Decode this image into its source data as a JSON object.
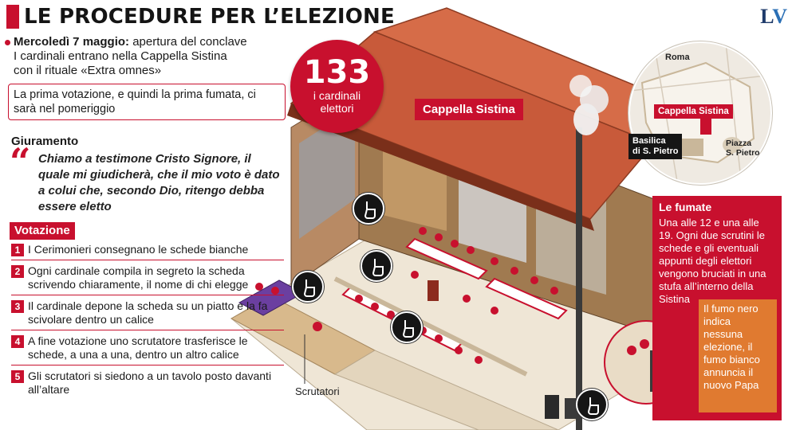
{
  "header": {
    "title": "LE PROCEDURE PER L’ELEZIONE",
    "logo": "LV"
  },
  "intro": {
    "date_label": "Mercoledì 7 maggio:",
    "line1_rest": "apertura del conclave",
    "line2": "I cardinali entrano nella Cappella Sistina",
    "line3": "con il rituale «Extra omnes»"
  },
  "note": {
    "text": "La prima votazione, e quindi la prima fumata, ci sarà nel pomeriggio"
  },
  "oath": {
    "heading": "Giuramento",
    "quote_mark": "“",
    "text": "Chiamo a testimone Cristo Signore, il quale mi giudicherà, che il mio voto è dato a colui che, secondo Dio, ritengo debba essere eletto"
  },
  "voting": {
    "heading": "Votazione",
    "steps": [
      {
        "num": "1",
        "text": "I Cerimonieri consegnano le schede bianche"
      },
      {
        "num": "2",
        "text": "Ogni cardinale compila in segreto la scheda scrivendo chiaramente, il nome di chi elegge"
      },
      {
        "num": "3",
        "text": "Il cardinale depone la scheda su un piatto e la fa scivolare dentro un calice"
      },
      {
        "num": "4",
        "text": "A fine votazione uno scrutatore trasferisce le schede, a una a una, dentro un altro calice"
      },
      {
        "num": "5",
        "text": "Gli scrutatori si siedono a un tavolo posto davanti all’altare"
      }
    ]
  },
  "electors": {
    "number": "133",
    "label_line1": "i cardinali",
    "label_line2": "elettori"
  },
  "chapel_label": "Cappella Sistina",
  "map": {
    "roma": "Roma",
    "sistina": "Cappella Sistina",
    "basilica_line1": "Basilica",
    "basilica_line2": "di S. Pietro",
    "piazza_line1": "Piazza",
    "piazza_line2": "S. Pietro"
  },
  "fumate": {
    "heading": "Le fumate",
    "text": "Una alle 12 e una alle 19. Ogni due scrutini le schede e gli eventuali appunti degli elettori vengono bruciati in una stufa all’interno della Sistina",
    "inner_text": "Il fumo nero indica nessuna elezione, il fumo bianco annuncia il nuovo Papa"
  },
  "scrutatori_label": "Scrutatori",
  "colors": {
    "accent": "#c8102e",
    "orange": "#e07a30",
    "roof": "#c85a3a",
    "floor": "#efe6d6"
  },
  "icons": [
    "hand-pointer-icon",
    "hand-pointer-icon",
    "hand-pointer-icon",
    "hand-pointer-icon",
    "hand-pointer-icon"
  ]
}
